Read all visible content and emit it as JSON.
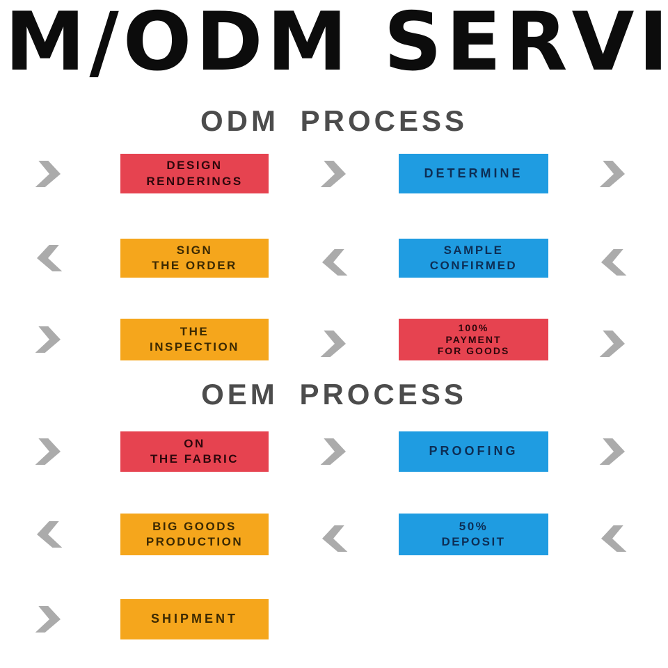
{
  "title": "OEM/ODM SERVICE",
  "sections": {
    "odm": {
      "heading": "ODM PROCESS"
    },
    "oem": {
      "heading": "OEM PROCESS"
    }
  },
  "steps": {
    "design_renderings": {
      "label": "DESIGN\nRENDERINGS",
      "color": "#E64350"
    },
    "determine": {
      "label": "DETERMINE",
      "color": "#1F9CE1"
    },
    "sign_the_order": {
      "label": "SIGN\nTHE ORDER",
      "color": "#F5A61C"
    },
    "sample_confirmed": {
      "label": "SAMPLE\nCONFIRMED",
      "color": "#1F9CE1"
    },
    "the_inspection": {
      "label": "THE\nINSPECTION",
      "color": "#F5A61C"
    },
    "payment_100": {
      "label": "100%\nPAYMENT\nFOR GOODS",
      "color": "#E64350"
    },
    "on_the_fabric": {
      "label": "ON\nTHE FABRIC",
      "color": "#E64350"
    },
    "proofing": {
      "label": "PROOFING",
      "color": "#1F9CE1"
    },
    "big_goods_production": {
      "label": "BIG GOODS\nPRODUCTION",
      "color": "#F5A61C"
    },
    "deposit_50": {
      "label": "50%\nDEPOSIT",
      "color": "#1F9CE1"
    },
    "shipment": {
      "label": "SHIPMENT",
      "color": "#F5A61C"
    }
  },
  "colors": {
    "red": "#E64350",
    "orange": "#F5A61C",
    "blue": "#1F9CE1",
    "arrow_gray": "#ABABAB",
    "heading_gray": "#4C4C4C",
    "title_black": "#0C0C0C"
  }
}
